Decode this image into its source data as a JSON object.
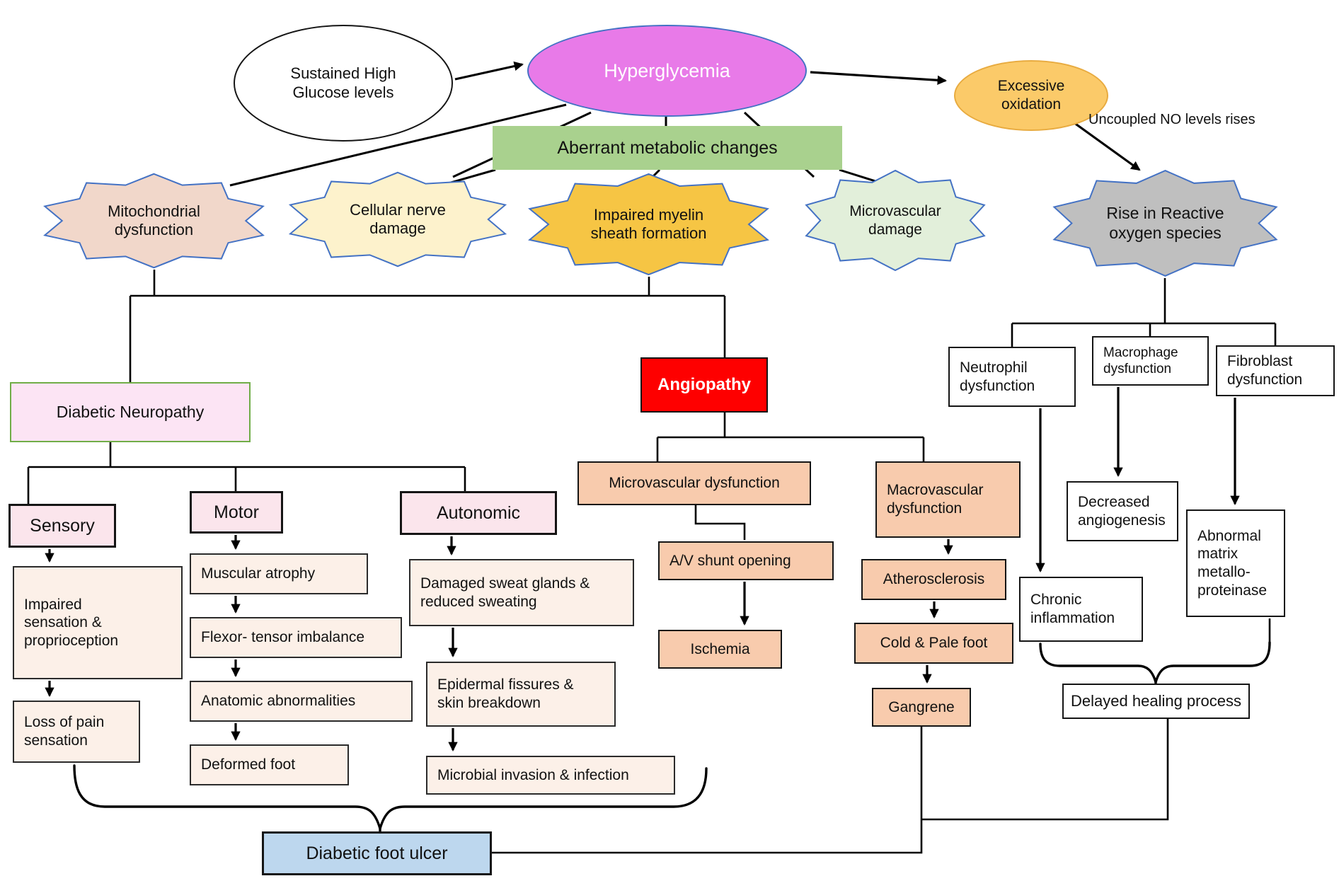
{
  "figure": {
    "kind": "flowchart",
    "topic": "Pathophysiology of diabetic foot ulcer"
  },
  "colors": {
    "hyperglycemia_fill": "#e87ae8",
    "sustained_fill": "#ffffff",
    "excessive_oxidation_fill": "#fbca69",
    "aberrant_fill": "#a9d18e",
    "star_border": "#4472c4",
    "mitochondrial_fill": "#f1d7ca",
    "cellular_nerve_fill": "#fdf2cc",
    "myelin_fill": "#f6c544",
    "microvascular_damage_fill": "#e2efda",
    "ros_fill": "#bfbfbf",
    "neuropathy_fill": "#fce4f4",
    "neuropathy_border": "#70ad47",
    "angiopathy_fill": "#fe0000",
    "angiopathy_text": "#ffffff",
    "pink_fill": "#fbe5ec",
    "linen_fill": "#fcf0e8",
    "peach_fill": "#f8cbad",
    "ulcer_fill": "#bdd7ee",
    "line_color": "#000000"
  },
  "nodes": {
    "sustained": "Sustained High\nGlucose levels",
    "hyperglycemia": "Hyperglycemia",
    "excessive_oxidation": "Excessive\noxidation",
    "aberrant": "Aberrant metabolic changes",
    "mitochondrial": "Mitochondrial\ndysfunction",
    "cellular_nerve": "Cellular nerve\ndamage",
    "myelin": "Impaired myelin\nsheath formation",
    "microvascular_damage": "Microvascular\ndamage",
    "ros": "Rise in Reactive\noxygen species",
    "diabetic_neuropathy": "Diabetic Neuropathy",
    "angiopathy": "Angiopathy",
    "sensory": "Sensory",
    "motor": "Motor",
    "autonomic": "Autonomic",
    "impaired_sensation": "Impaired\nsensation &\nproprioception",
    "loss_pain": "Loss of pain\nsensation",
    "muscular_atrophy": "Muscular atrophy",
    "flexor": "Flexor- tensor imbalance",
    "anatomic": "Anatomic abnormalities",
    "deformed_foot": "Deformed foot",
    "damaged_sweat": "Damaged sweat glands &\nreduced sweating",
    "epidermal": "Epidermal fissures &\nskin breakdown",
    "microbial": "Microbial invasion & infection",
    "micro_dys": "Microvascular dysfunction",
    "macro_dys": "Macrovascular\ndysfunction",
    "av_shunt": "A/V shunt opening",
    "ischemia": "Ischemia",
    "atherosclerosis": "Atherosclerosis",
    "cold_pale": "Cold & Pale foot",
    "gangrene": "Gangrene",
    "neutrophil": "Neutrophil\ndysfunction",
    "macrophage": "Macrophage\ndysfunction",
    "fibroblast": "Fibroblast\ndysfunction",
    "decreased_angio": "Decreased\nangiogenesis",
    "abnormal_matrix": "Abnormal\nmatrix\nmetallo-\nproteinase",
    "chronic_inflammation": "Chronic\ninflammation",
    "delayed_healing": "Delayed healing process",
    "foot_ulcer": "Diabetic foot ulcer"
  },
  "edge_labels": {
    "uncoupled": "Uncoupled NO levels rises"
  }
}
